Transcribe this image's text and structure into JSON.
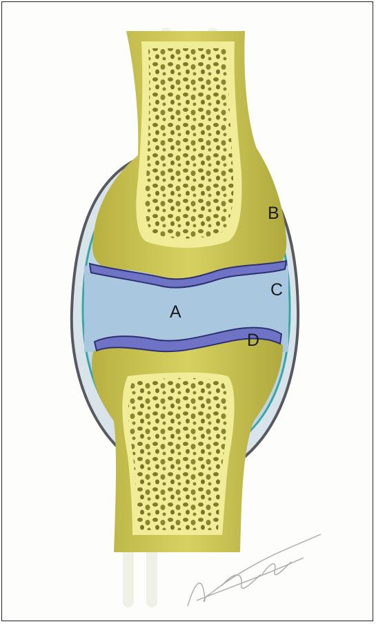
{
  "figure": {
    "labels": {
      "a": "A",
      "b": "B",
      "c": "C",
      "d": "D"
    },
    "signature": "Anna Pugliatti"
  },
  "colors": {
    "bone": "#c9c351",
    "bone_marrow_light": "#f0ec98",
    "trabecula": "#7d7a2a",
    "synovial_fluid": "#a9c7df",
    "cartilage": "#6f73c6",
    "synovial_membrane": "#37a6a8",
    "capsule": "#57595f",
    "capsule_fill": "#d8e3ea"
  }
}
